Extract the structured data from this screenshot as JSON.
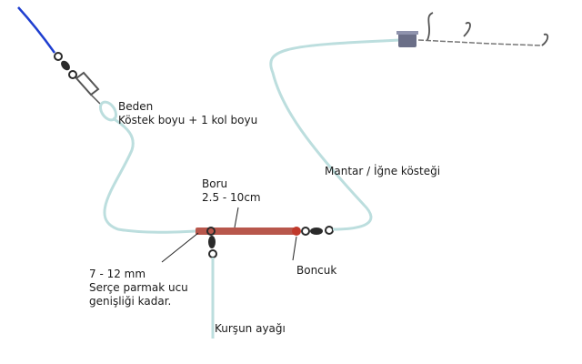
{
  "labels": {
    "body_title": "Beden",
    "body_detail": "Köstek boyu + 1 kol boyu",
    "tube_title": "Boru",
    "tube_size": "2.5 - 10cm",
    "leader": "Mantar / İğne kösteği",
    "bead": "Boncuk",
    "gap_size": "7 - 12 mm",
    "gap_note_1": "Serçe parmak ucu",
    "gap_note_2": "genişliği kadar.",
    "sinker": "Kurşun ayağı"
  },
  "colors": {
    "line": "#bcdede",
    "main_line": "#1f3fd0",
    "tube": "#b8574c",
    "bead": "#c0392b",
    "swivel": "#2a2a2a",
    "float": "#6b6f88",
    "hook": "#555555",
    "pointer": "#222222"
  },
  "icons": {
    "swivel": "barrel-swivel-icon",
    "snap": "snap-clip-icon",
    "float": "float-icon",
    "hook": "hook-icon"
  }
}
